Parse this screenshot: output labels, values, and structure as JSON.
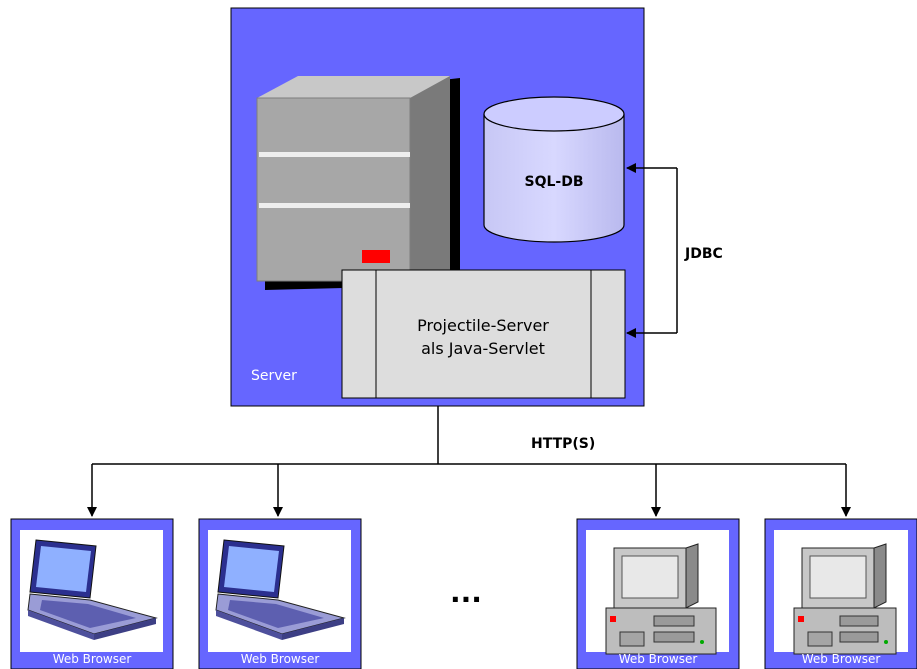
{
  "server": {
    "label": "Server",
    "box_color": "#6666ff",
    "db_label": "SQL-DB",
    "servlet_line1": "Projectile-Server",
    "servlet_line2": "als Java-Servlet",
    "db_color": "#ccccff",
    "servlet_color": "#dddddd",
    "indicator_color": "#ff0000"
  },
  "connections": {
    "jdbc_label": "JDBC",
    "http_label": "HTTP(S)"
  },
  "ellipsis": "...",
  "clients": [
    {
      "label": "Web Browser",
      "icon": "laptop-icon"
    },
    {
      "label": "Web Browser",
      "icon": "laptop-icon"
    },
    {
      "label": "Web Browser",
      "icon": "desktop-pc-icon"
    },
    {
      "label": "Web Browser",
      "icon": "desktop-pc-icon"
    }
  ]
}
